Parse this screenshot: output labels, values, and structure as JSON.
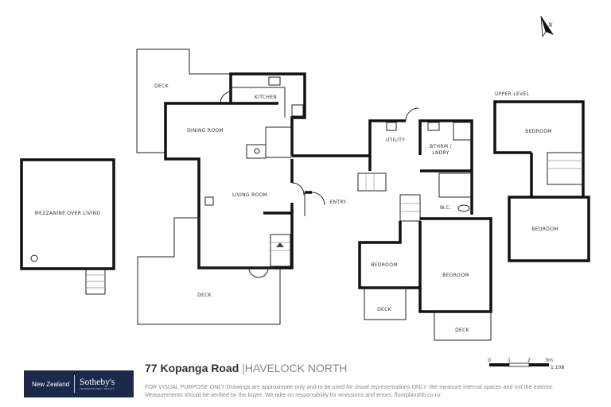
{
  "rooms": {
    "mezzanine": "MEZZANINE OVER LIVING",
    "deck_top": "DECK",
    "kitchen": "KITCHEN",
    "dining": "DINING ROOM",
    "living": "LIVING ROOM",
    "deck_bottom": "DECK",
    "entry": "ENTRY",
    "utility": "UTILITY",
    "bthrm_line1": "BTHRM /",
    "bthrm_line2": "LNDRY",
    "wc": "W.C.",
    "bedroom1": "BEDROOM",
    "deck_bed1": "DECK",
    "bedroom2": "BEDROOM",
    "deck_bed2": "DECK",
    "upper_level": "UPPER LEVEL",
    "upper_bedroom1": "BEDROOM",
    "upper_bedroom2": "BEDROOM"
  },
  "north_arrow": {
    "label": "N",
    "icon": "north-arrow-icon"
  },
  "scale": {
    "ticks": [
      "0",
      "1",
      "2",
      "3m"
    ],
    "ratio": "1:108"
  },
  "footer": {
    "address": "77 Kopanga Road",
    "separator": "|",
    "suburb": "HAVELOCK NORTH",
    "disclaimer": "FOR VISUAL PURPOSE ONLY Drawings are approximate only and to be used for visual representations ONLY. We measure internal spaces and not the exterior. Measurements should be verified by the buyer. We take no responsibility for omissions and errors. floorplanshb.co.nz"
  },
  "logo": {
    "region": "New Zealand",
    "brand": "Sotheby's",
    "tagline": "INTERNATIONAL REALTY",
    "color": "#1b2a4a"
  }
}
